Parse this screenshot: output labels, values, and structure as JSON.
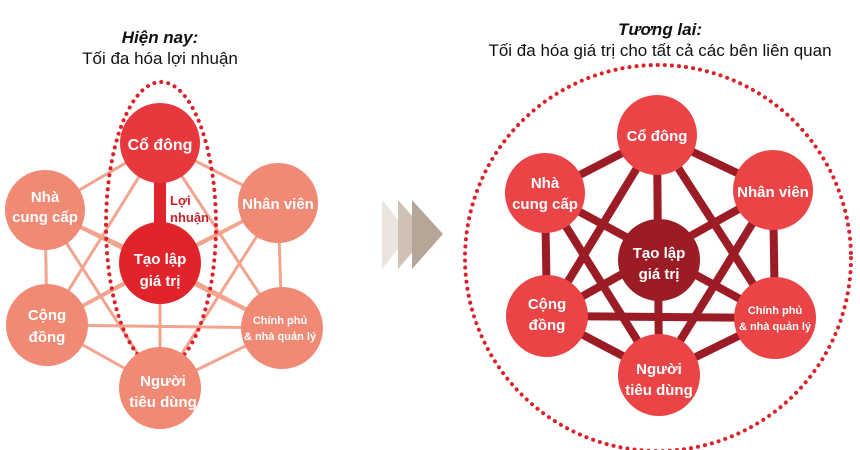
{
  "left": {
    "heading": "Hiện nay:",
    "subheading": "Tối đa hóa lợi nhuận",
    "nodes": {
      "shareholders": "Cổ đông",
      "suppliers_1": "Nhà",
      "suppliers_2": "cung cấp",
      "employees": "Nhân viên",
      "value_1": "Tạo lập",
      "value_2": "giá trị",
      "community_1": "Cộng",
      "community_2": "đồng",
      "government_1": "Chính phủ",
      "government_2": "& nhà quản lý",
      "consumers_1": "Người",
      "consumers_2": "tiêu dùng"
    },
    "link_label_1": "Lợi",
    "link_label_2": "nhuận"
  },
  "right": {
    "heading": "Tương lai:",
    "subheading": "Tối đa hóa giá trị cho tất cả các bên liên quan",
    "nodes": {
      "shareholders": "Cổ đông",
      "suppliers_1": "Nhà",
      "suppliers_2": "cung cấp",
      "employees": "Nhân viên",
      "value_1": "Tạo lập",
      "value_2": "giá trị",
      "community_1": "Cộng",
      "community_2": "đồng",
      "government_1": "Chính phủ",
      "government_2": "& nhà quản lý",
      "consumers_1": "Người",
      "consumers_2": "tiêu dùng"
    }
  },
  "colors": {
    "left_node": "#f08a75",
    "left_line": "#f2a48f",
    "left_highlight": "#e8383d",
    "left_value": "#e1242b",
    "dotted": "#d9222a",
    "right_node": "#ea4447",
    "right_line": "#9b1c24",
    "right_value": "#9b1c24",
    "arrow_1": "#ebe4df",
    "arrow_2": "#cfc1b4",
    "arrow_3": "#b5a698"
  }
}
